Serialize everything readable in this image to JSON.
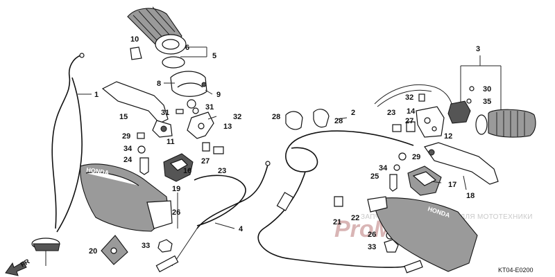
{
  "diagram": {
    "callouts": [
      {
        "id": "c1",
        "label": "1"
      },
      {
        "id": "c2",
        "label": "2"
      },
      {
        "id": "c3",
        "label": "3"
      },
      {
        "id": "c4",
        "label": "4"
      },
      {
        "id": "c5",
        "label": "5"
      },
      {
        "id": "c6",
        "label": "6"
      },
      {
        "id": "c8",
        "label": "8"
      },
      {
        "id": "c9",
        "label": "9"
      },
      {
        "id": "c10",
        "label": "10"
      },
      {
        "id": "c11",
        "label": "11"
      },
      {
        "id": "c12",
        "label": "12"
      },
      {
        "id": "c13",
        "label": "13"
      },
      {
        "id": "c14",
        "label": "14"
      },
      {
        "id": "c15",
        "label": "15"
      },
      {
        "id": "c16",
        "label": "16"
      },
      {
        "id": "c17",
        "label": "17"
      },
      {
        "id": "c18",
        "label": "18"
      },
      {
        "id": "c19",
        "label": "19"
      },
      {
        "id": "c20",
        "label": "20"
      },
      {
        "id": "c21",
        "label": "21"
      },
      {
        "id": "c22",
        "label": "22"
      },
      {
        "id": "c23a",
        "label": "23"
      },
      {
        "id": "c23b",
        "label": "23"
      },
      {
        "id": "c24",
        "label": "24"
      },
      {
        "id": "c25",
        "label": "25"
      },
      {
        "id": "c26a",
        "label": "26"
      },
      {
        "id": "c26b",
        "label": "26"
      },
      {
        "id": "c27a",
        "label": "27"
      },
      {
        "id": "c27b",
        "label": "27"
      },
      {
        "id": "c28a",
        "label": "28"
      },
      {
        "id": "c28b",
        "label": "28"
      },
      {
        "id": "c29a",
        "label": "29"
      },
      {
        "id": "c29b",
        "label": "29"
      },
      {
        "id": "c30",
        "label": "30"
      },
      {
        "id": "c31a",
        "label": "31"
      },
      {
        "id": "c31b",
        "label": "31"
      },
      {
        "id": "c32a",
        "label": "32"
      },
      {
        "id": "c32b",
        "label": "32"
      },
      {
        "id": "c33a",
        "label": "33"
      },
      {
        "id": "c33b",
        "label": "33"
      },
      {
        "id": "c34a",
        "label": "34"
      },
      {
        "id": "c34b",
        "label": "34"
      },
      {
        "id": "c35",
        "label": "35"
      }
    ],
    "brand_left": "HONDA",
    "brand_right": "HONDA",
    "direction_label": "FR",
    "diagram_code": "KT04-E0200",
    "watermark_text": "ЗАПЧАСТИ И АКСЕССУАРЫ ДЛЯ МОТОТЕХНИКИ",
    "watermark_logo": "ProMotor.ru"
  }
}
